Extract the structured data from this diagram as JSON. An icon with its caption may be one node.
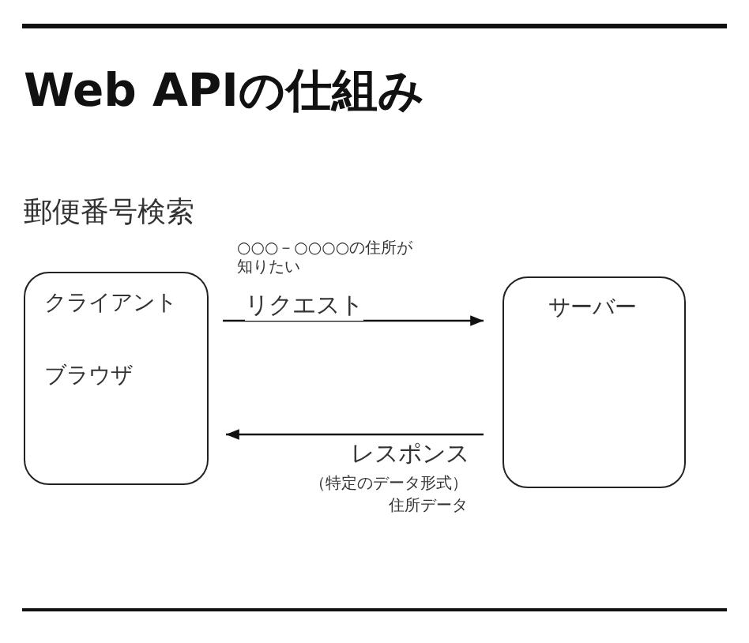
{
  "diagram": {
    "title": "Web APIの仕組み",
    "nodes": [
      {
        "text": [
          "クライアント",
          "ブラウザ"
        ]
      },
      {
        "text": [
          "サーバー"
        ]
      }
    ],
    "edges": [
      {
        "from": 0,
        "to": 1,
        "arrow": "to",
        "label": "リクエスト"
      },
      {
        "from": 1,
        "to": 0,
        "arrow": "to",
        "label": "レスポンス"
      }
    ],
    "labels": [
      "郵便番号検索",
      "○○○－○○○○の住所が知りたい",
      "（特定のデータ形式）",
      "住所データ"
    ]
  }
}
